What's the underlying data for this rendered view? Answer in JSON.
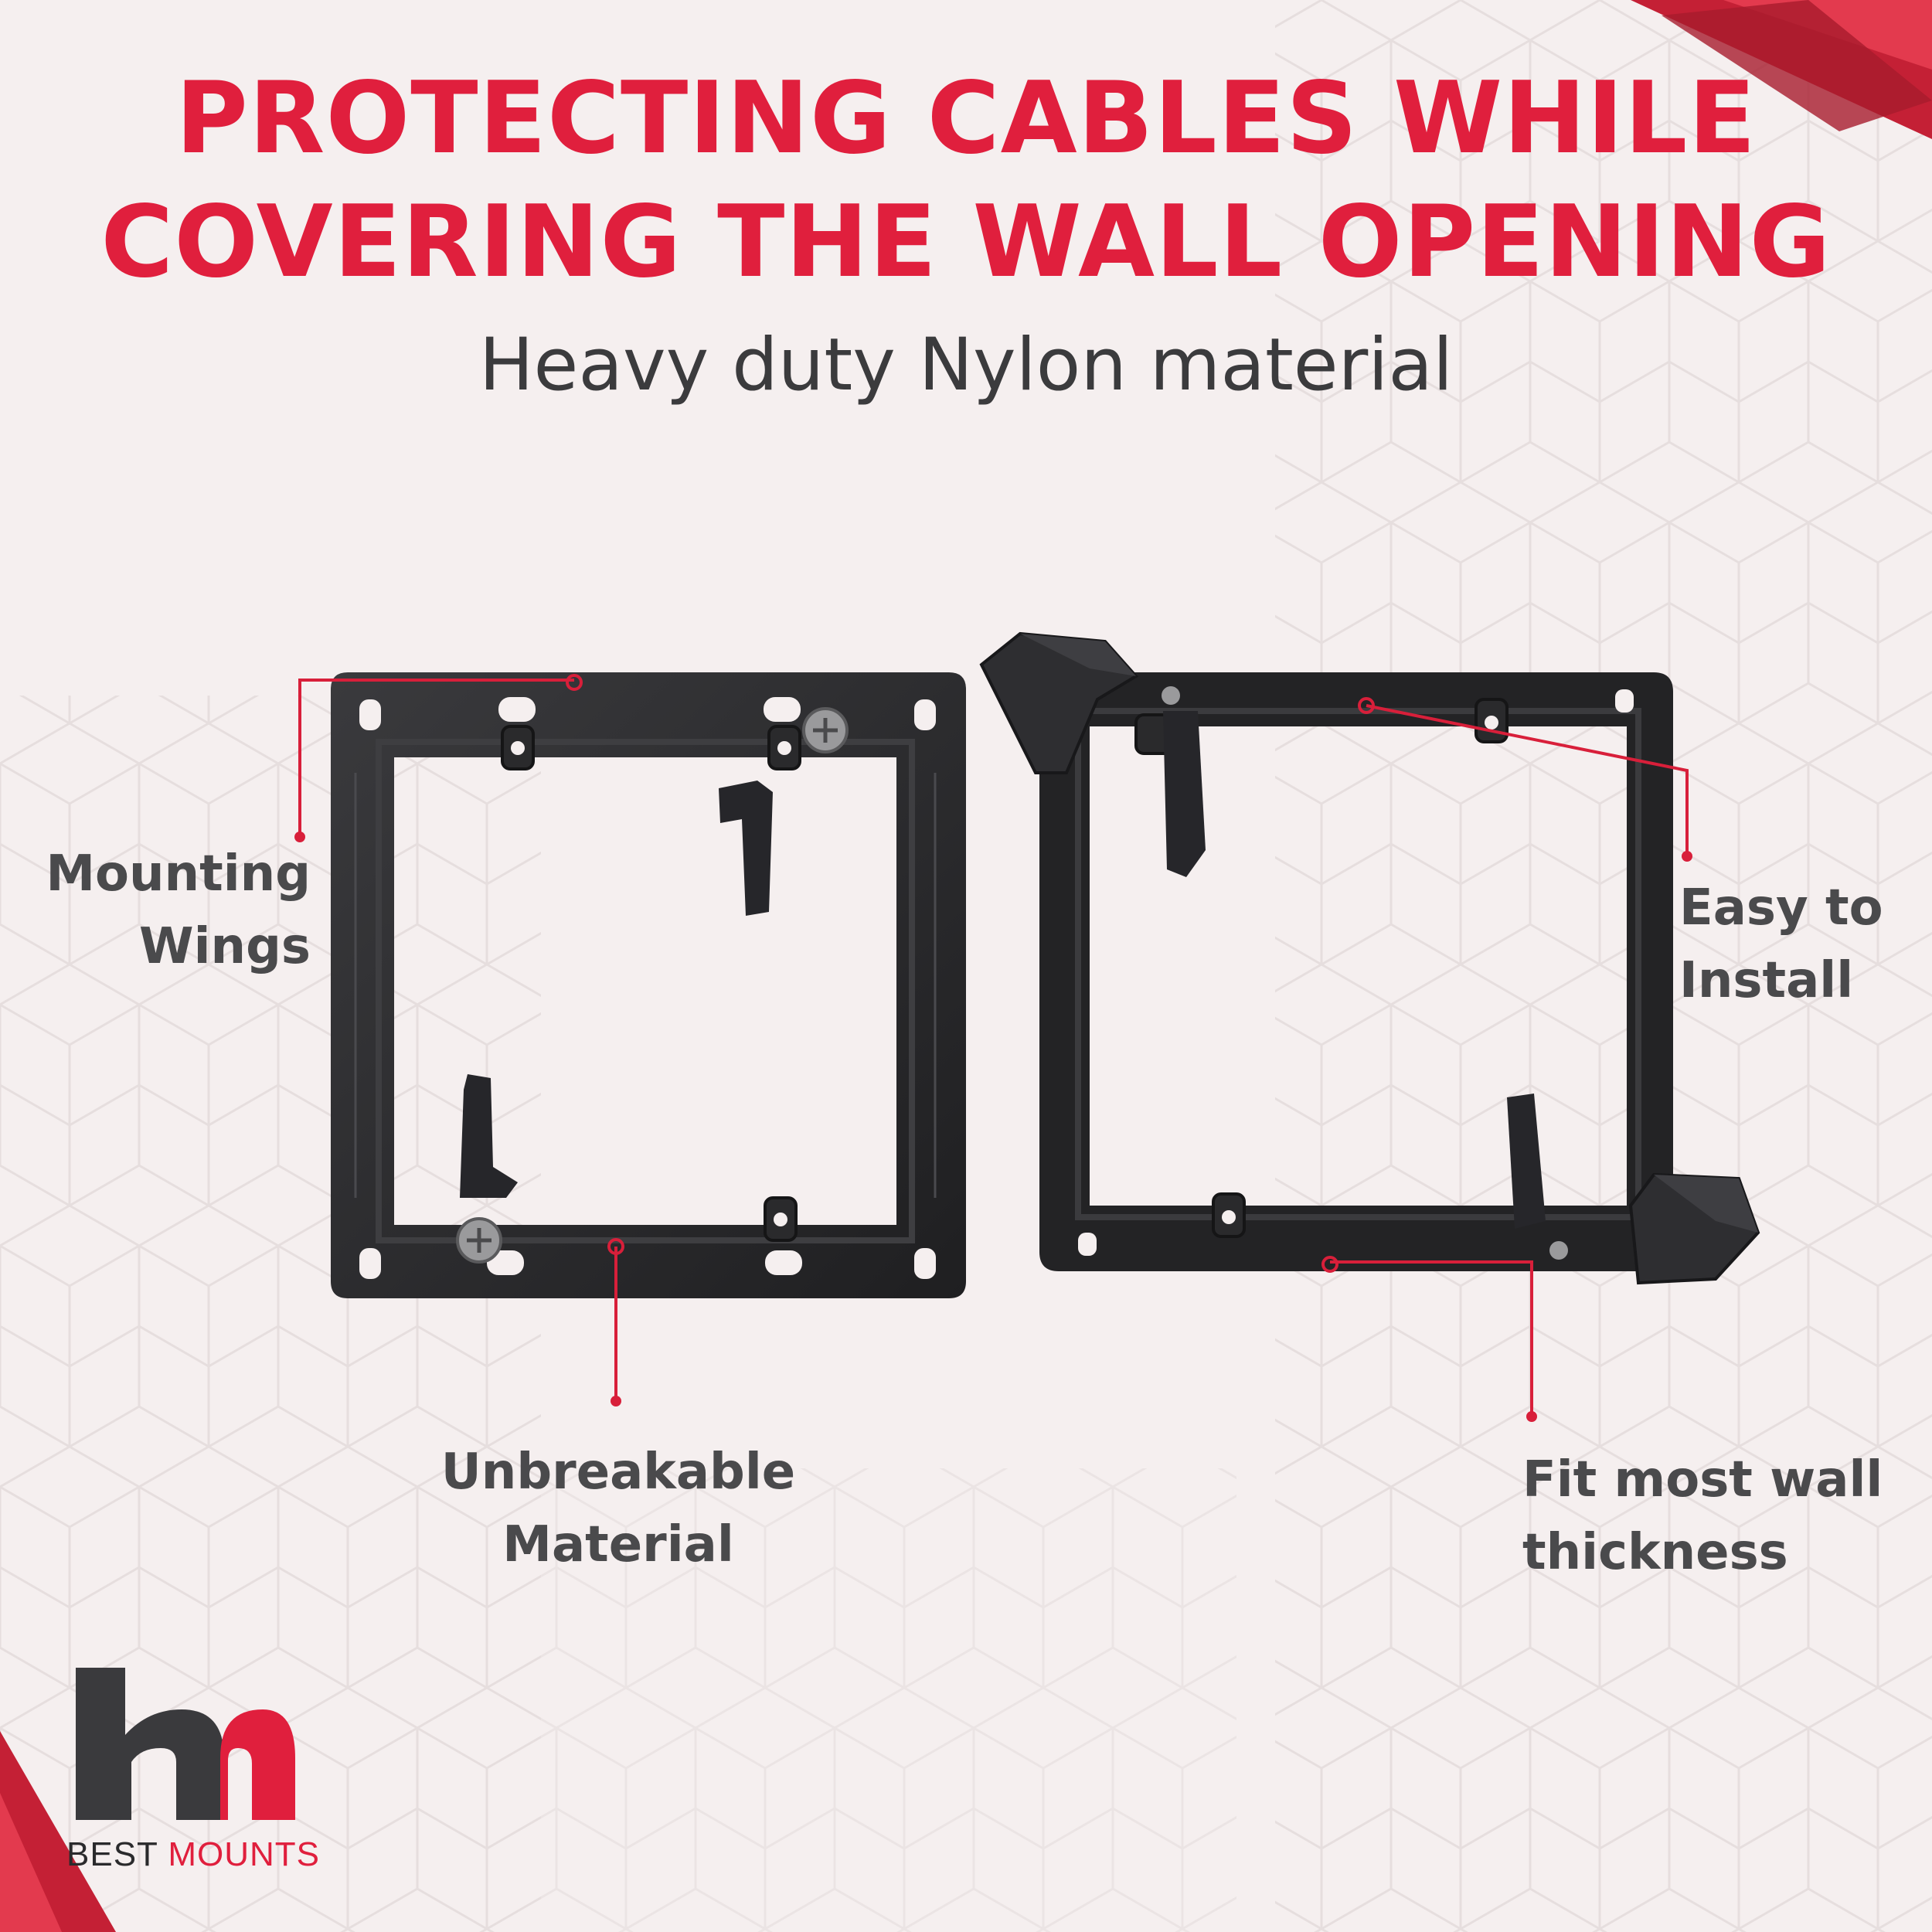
{
  "headline": {
    "line1": "PROTECTING CABLES WHILE",
    "line2": "COVERING THE WALL OPENING"
  },
  "subtitle": "Heavy duty Nylon material",
  "callouts": {
    "mounting_wings": [
      "Mounting",
      "Wings"
    ],
    "unbreakable": [
      "Unbreakable",
      "Material"
    ],
    "easy_install": [
      "Easy to",
      "Install"
    ],
    "fit_wall": [
      "Fit most wall",
      "thickness"
    ]
  },
  "brand": {
    "word1": "BEST",
    "word2": "MOUNTS",
    "logo_icon": "bm-monogram-icon"
  },
  "colors": {
    "accent": "#e01f3d",
    "text_dark": "#4a4a4c",
    "background": "#f5efef",
    "product": "#2b2b2d"
  }
}
